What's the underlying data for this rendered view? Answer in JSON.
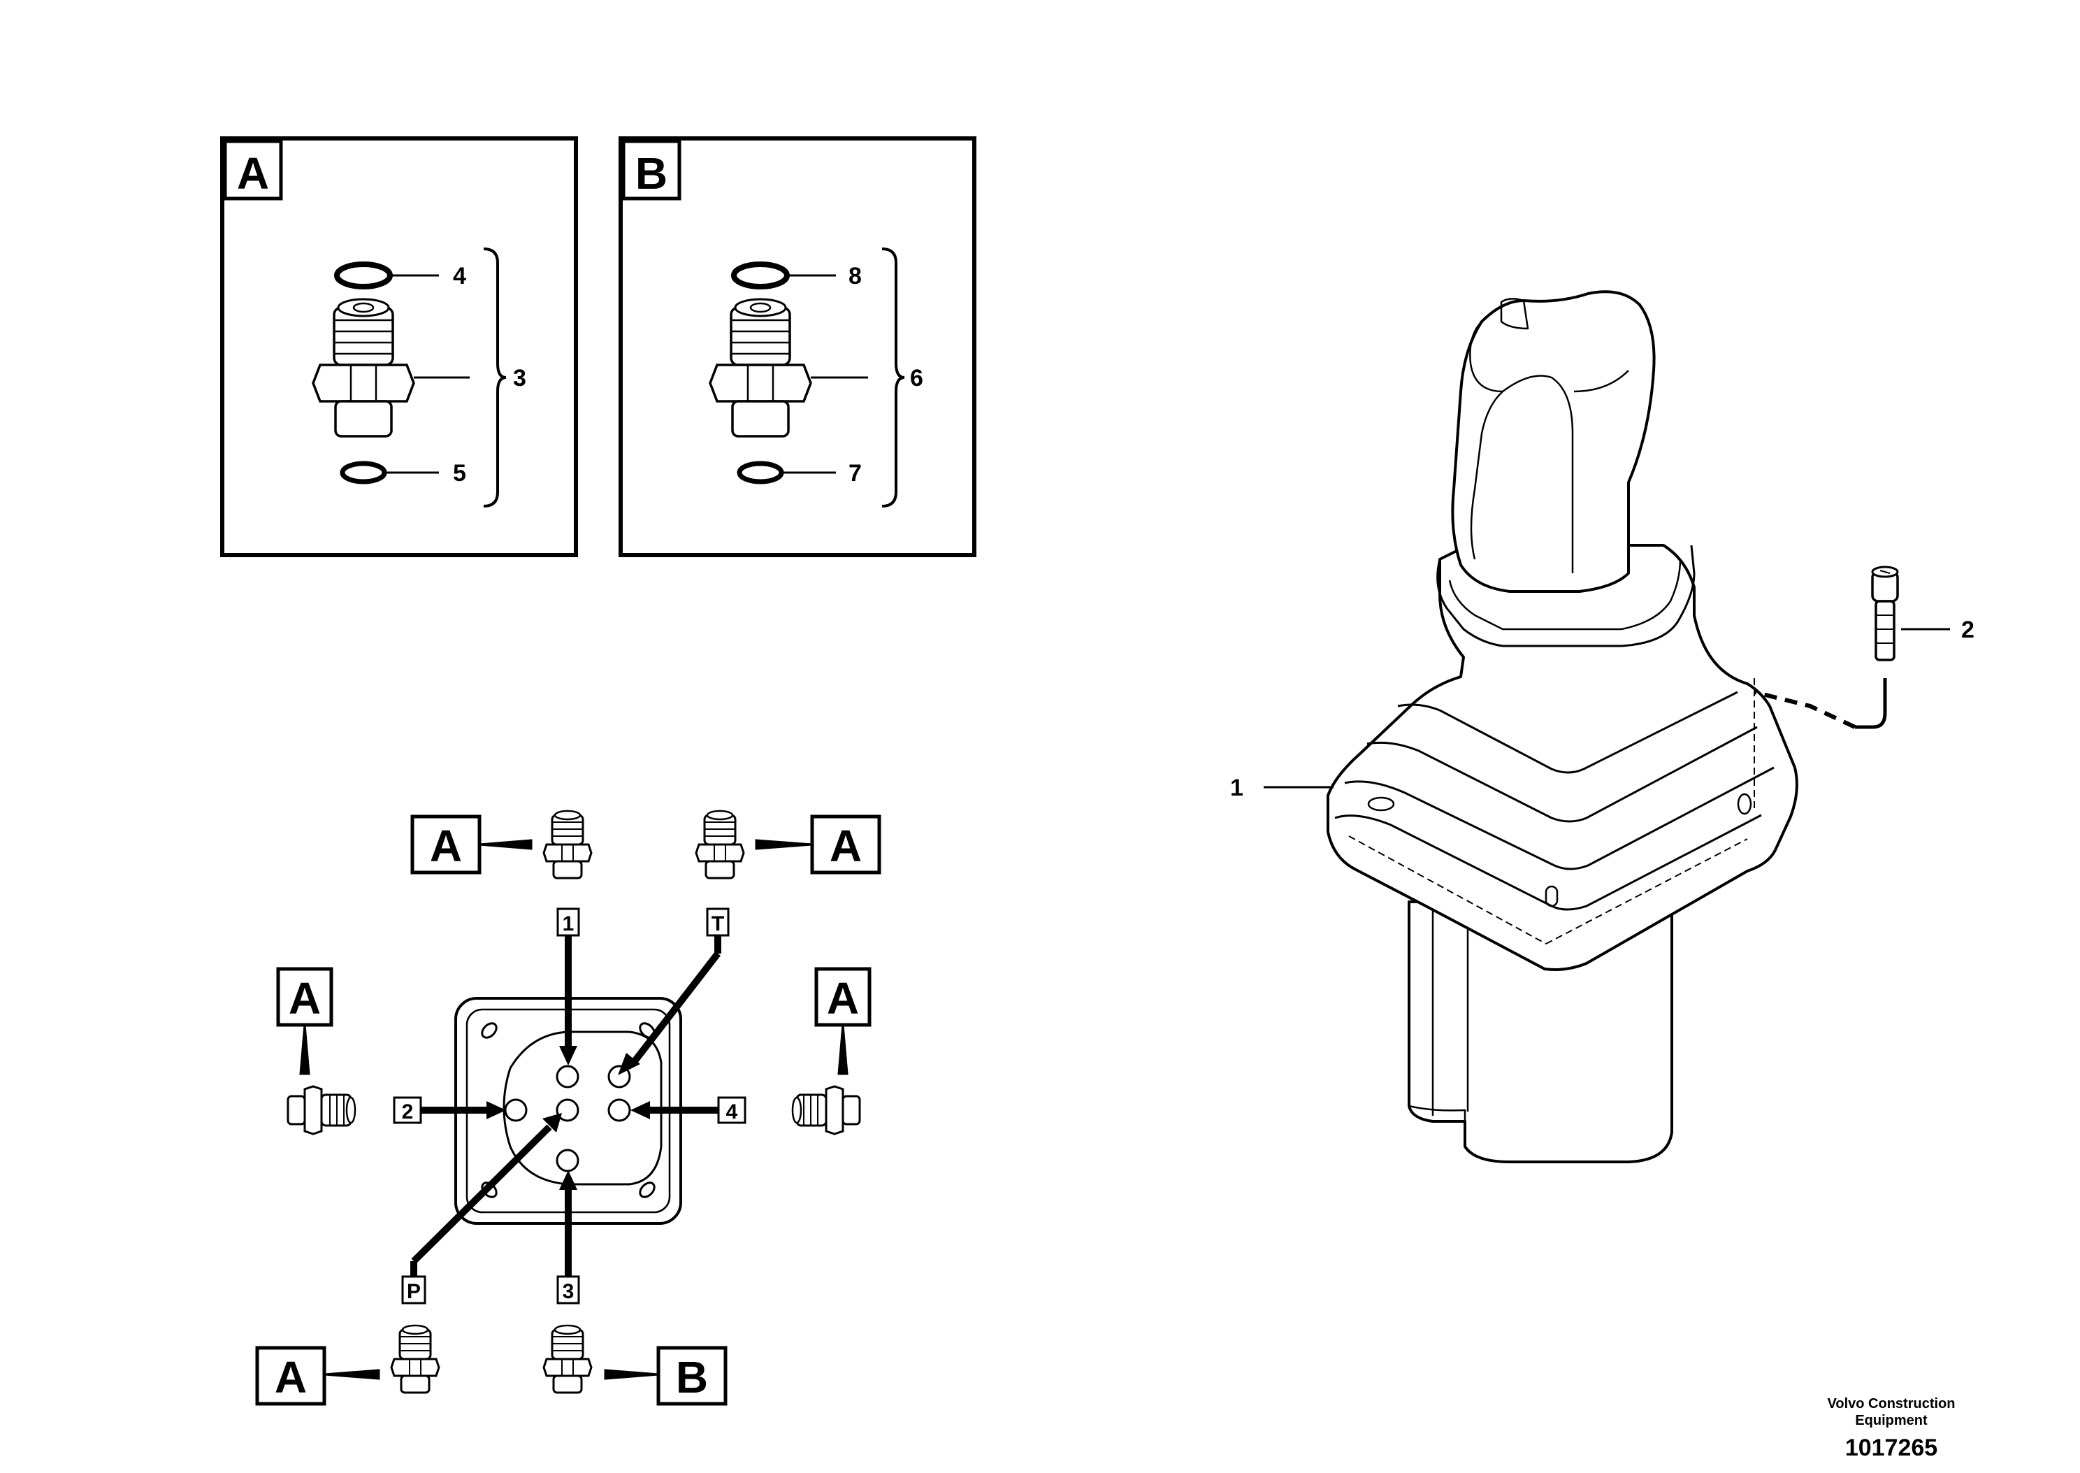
{
  "detail_a": {
    "title": "A",
    "labels": {
      "oring_top": "4",
      "fitting": "3",
      "oring_bottom": "5"
    }
  },
  "detail_b": {
    "title": "B",
    "labels": {
      "oring_top": "8",
      "fitting": "6",
      "oring_bottom": "7"
    }
  },
  "ports": {
    "port_1": {
      "label": "1",
      "fitting": "A"
    },
    "port_t": {
      "label": "T",
      "fitting": "A"
    },
    "port_2": {
      "label": "2",
      "fitting": "A"
    },
    "port_4": {
      "label": "4",
      "fitting": "A"
    },
    "port_p": {
      "label": "P",
      "fitting": "A"
    },
    "port_3": {
      "label": "3",
      "fitting": "B"
    }
  },
  "joystick": {
    "label": "1",
    "screw_label": "2"
  },
  "footer": {
    "company_line1": "Volvo Construction",
    "company_line2": "Equipment",
    "drawing_number": "1017265"
  }
}
